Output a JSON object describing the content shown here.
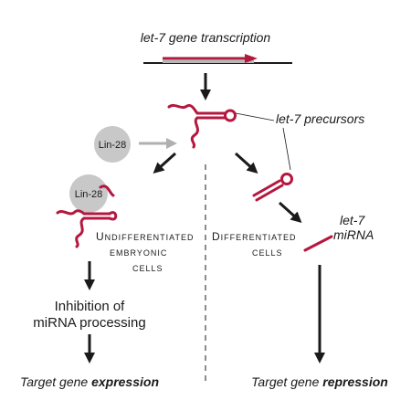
{
  "colors": {
    "accent_red": "#b5173f",
    "lin28_gray": "#c8c8c8",
    "arrow_gray": "#b0b0b0",
    "ink": "#1a1a1a"
  },
  "labels": {
    "transcription": "let-7 gene transcription",
    "precursors": "let-7 precursors",
    "lin28_top": "Lin-28",
    "lin28_bottom": "Lin-28",
    "undiff_line1_cap": "U",
    "undiff_line1_rest": "NDIFFERENTIATED",
    "undiff_line2": "EMBRYONIC",
    "undiff_line3": "CELLS",
    "diff_line1_cap": "D",
    "diff_line1_rest": "IFFERENTIATED",
    "diff_line2": "CELLS",
    "mirna_line1": "let-7",
    "mirna_line2": "miRNA",
    "inhibition_line1": "Inhibition of",
    "inhibition_line2": "miRNA processing",
    "left_outcome_plain": "Target gene ",
    "left_outcome_bold": "expression",
    "right_outcome_plain": "Target gene ",
    "right_outcome_bold": "repression"
  }
}
